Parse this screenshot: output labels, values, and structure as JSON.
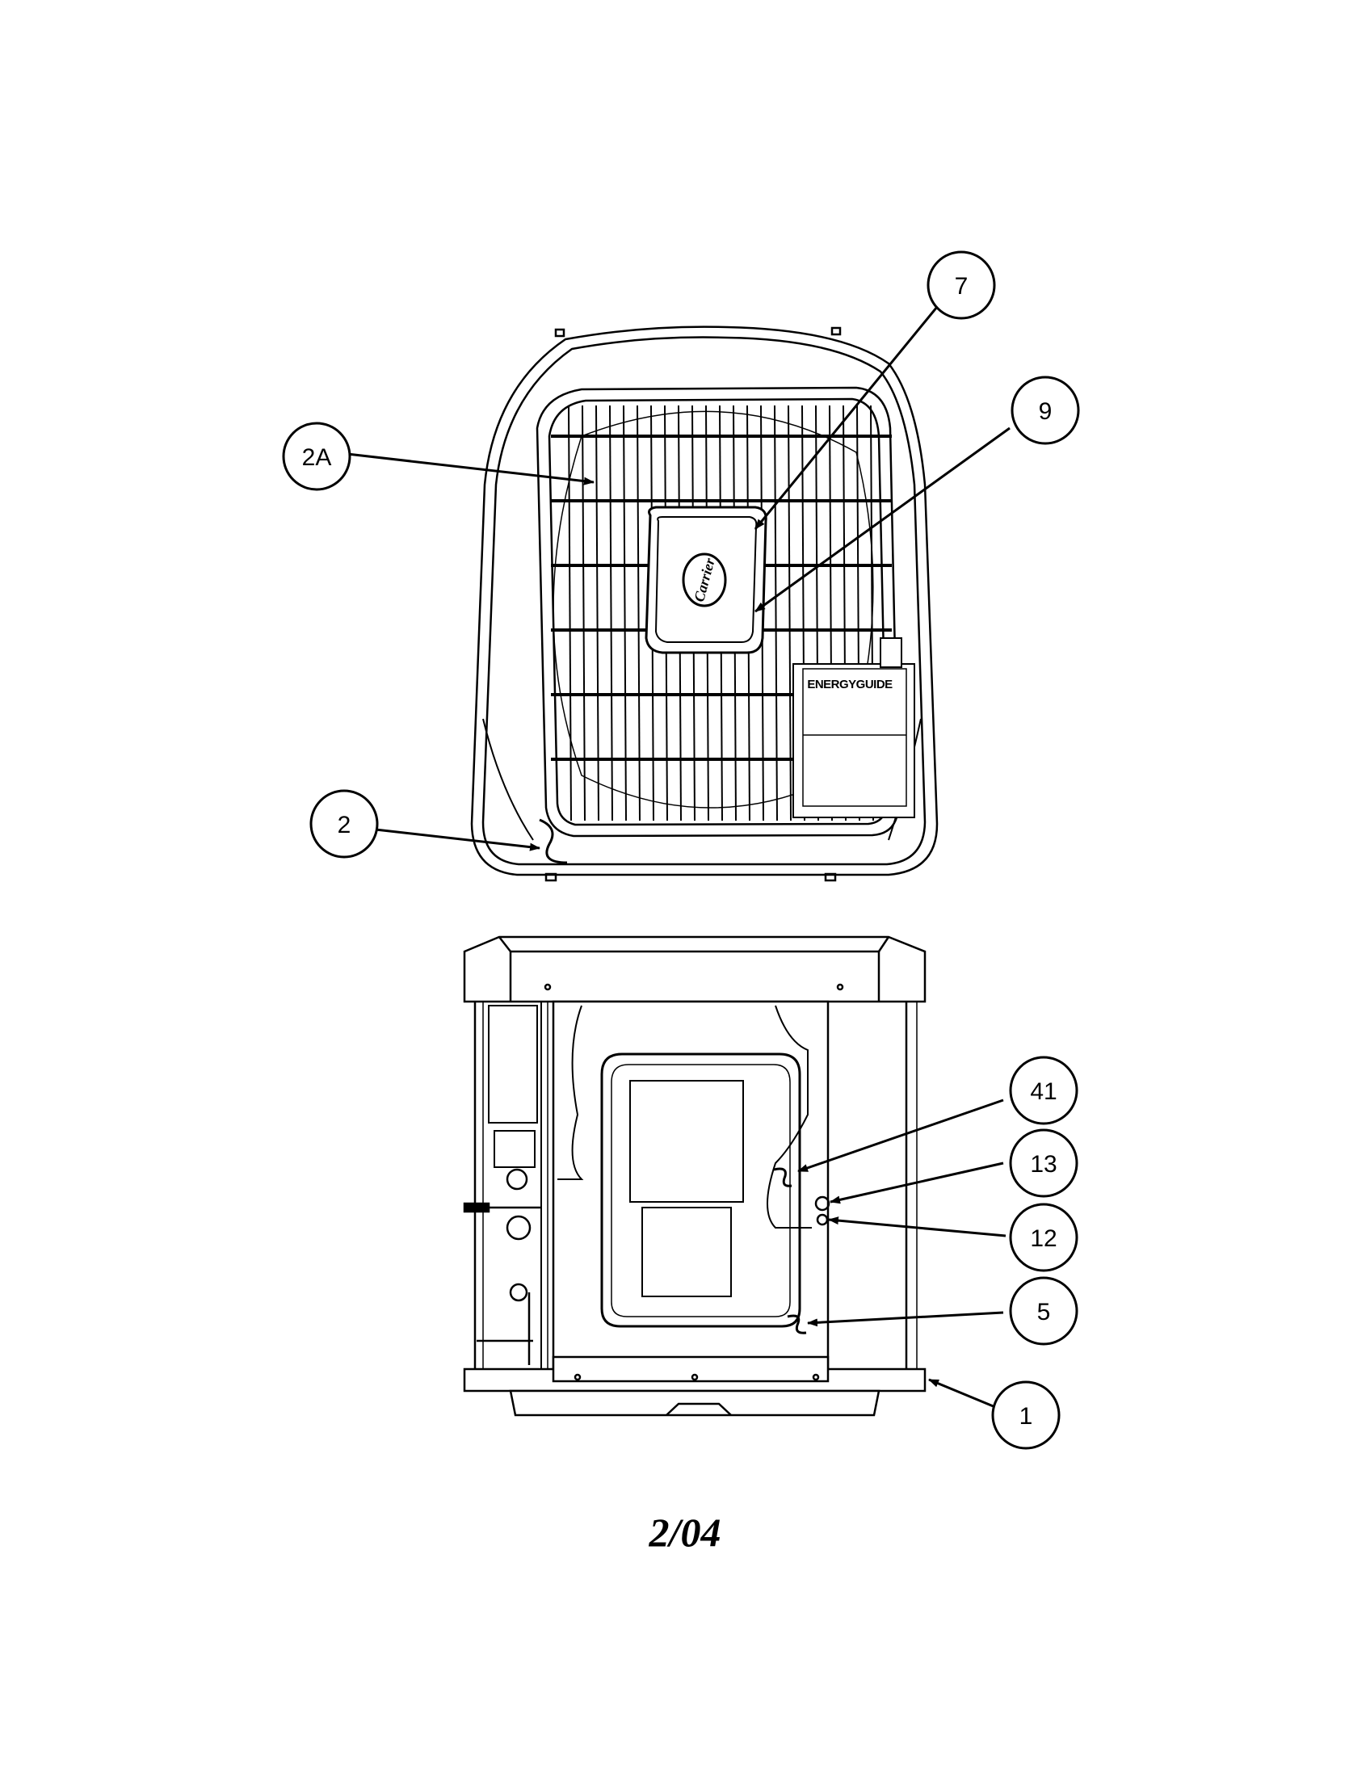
{
  "figure": {
    "footer_date": "2/04",
    "energy_label": "ENERGYGUIDE",
    "logo_text": "Carrier"
  },
  "callouts": [
    {
      "id": "7",
      "label": "7"
    },
    {
      "id": "9",
      "label": "9"
    },
    {
      "id": "2A",
      "label": "2A"
    },
    {
      "id": "2",
      "label": "2"
    },
    {
      "id": "41",
      "label": "41"
    },
    {
      "id": "13",
      "label": "13"
    },
    {
      "id": "12",
      "label": "12"
    },
    {
      "id": "5",
      "label": "5"
    },
    {
      "id": "1",
      "label": "1"
    }
  ]
}
